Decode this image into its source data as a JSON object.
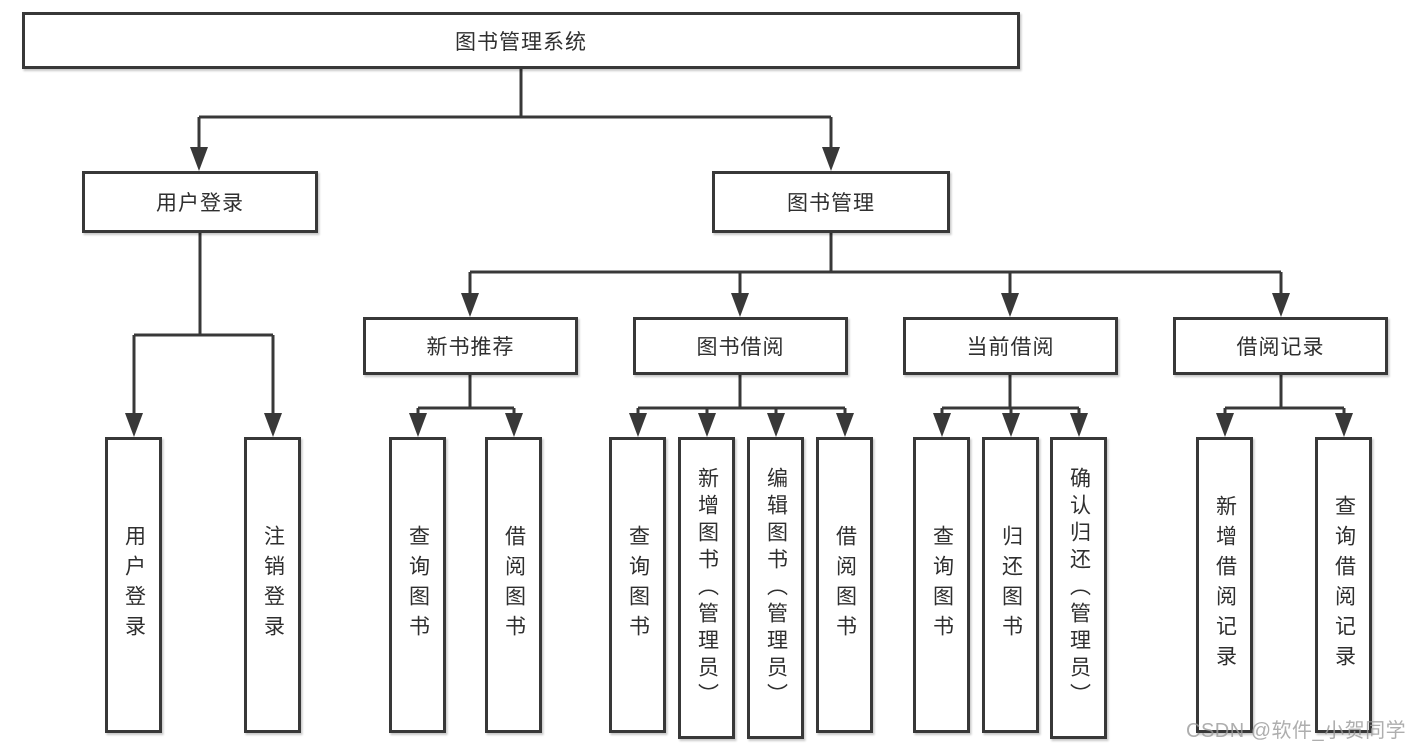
{
  "title": "图书管理系统",
  "level2": [
    {
      "label": "用户登录",
      "children": [
        "用户登录",
        "注销登录"
      ]
    },
    {
      "label": "图书管理"
    }
  ],
  "level3": [
    {
      "label": "新书推荐",
      "children": [
        "查询图书",
        "借阅图书"
      ]
    },
    {
      "label": "图书借阅",
      "children": [
        "查询图书",
        "新增图书（管理员）",
        "编辑图书（管理员）",
        "借阅图书"
      ]
    },
    {
      "label": "当前借阅",
      "children": [
        "查询图书",
        "归还图书",
        "确认归还（管理员）"
      ]
    },
    {
      "label": "借阅记录",
      "children": [
        "新增借阅记录",
        "查询借阅记录"
      ]
    }
  ],
  "watermark": "CSDN @软件_小贺同学",
  "colors": {
    "line": "#383838",
    "text": "#2f2f2f",
    "box_fill": "#ffffff",
    "watermark": "#9b9b9b",
    "background": "#ffffff"
  }
}
